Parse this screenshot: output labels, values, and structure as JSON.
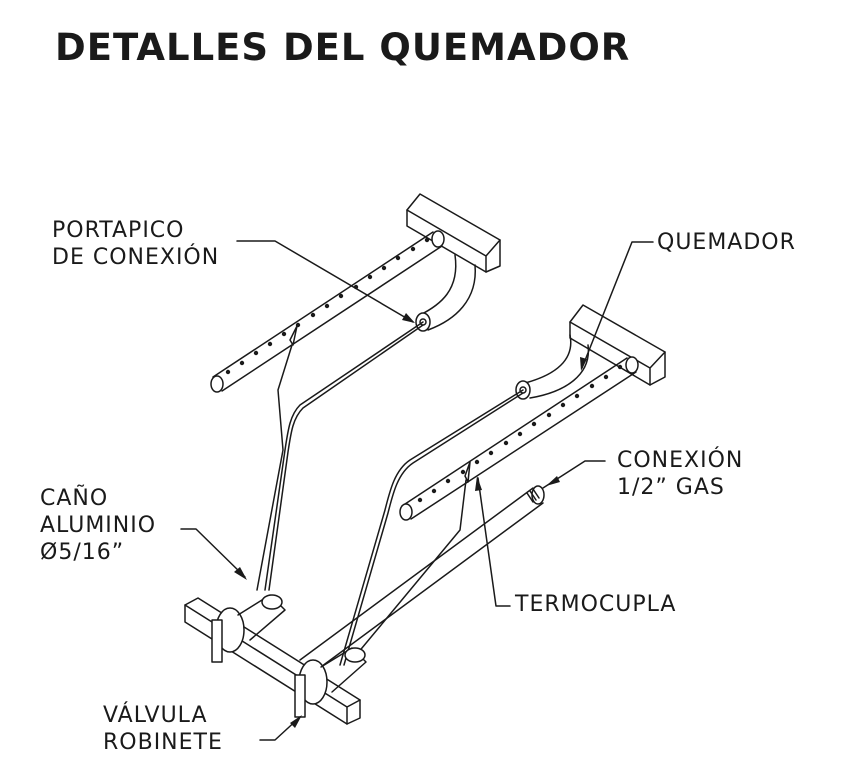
{
  "title": "DETALLES DEL QUEMADOR",
  "labels": {
    "portapico": [
      "PORTAPICO",
      "DE CONEXIÓN"
    ],
    "quemador": [
      "QUEMADOR"
    ],
    "conexion": [
      "CONEXIÓN",
      "1/2” GAS"
    ],
    "cano": [
      "CAÑO",
      "ALUMINIO",
      "Ø5/16”"
    ],
    "termocupla": [
      "TERMOCUPLA"
    ],
    "valvula": [
      "VÁLVULA",
      "ROBINETE"
    ]
  }
}
